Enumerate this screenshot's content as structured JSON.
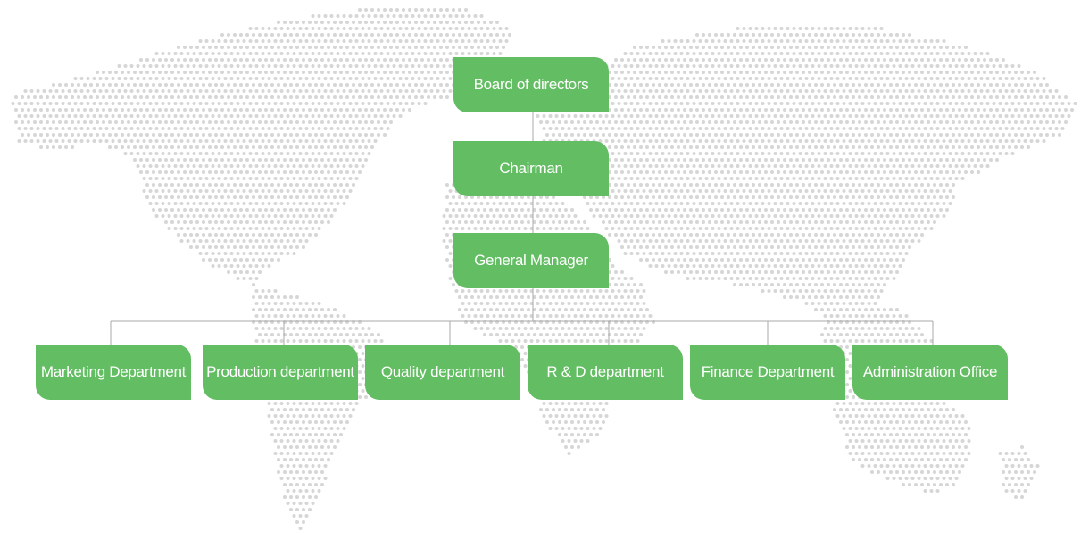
{
  "theme": {
    "node_color": "#63be63",
    "line_color": "#a8a8a8",
    "map_dot_color": "#d6d6d6"
  },
  "chart": {
    "top": [
      {
        "id": "board",
        "label": "Board of directors"
      },
      {
        "id": "chairman",
        "label": "Chairman"
      },
      {
        "id": "gm",
        "label": "General Manager"
      }
    ],
    "departments": [
      {
        "id": "marketing",
        "label": "Marketing Department"
      },
      {
        "id": "production",
        "label": "Production department"
      },
      {
        "id": "quality",
        "label": "Quality department"
      },
      {
        "id": "rnd",
        "label": "R & D department"
      },
      {
        "id": "finance",
        "label": "Finance Department"
      },
      {
        "id": "admin",
        "label": "Administration Office"
      }
    ]
  }
}
